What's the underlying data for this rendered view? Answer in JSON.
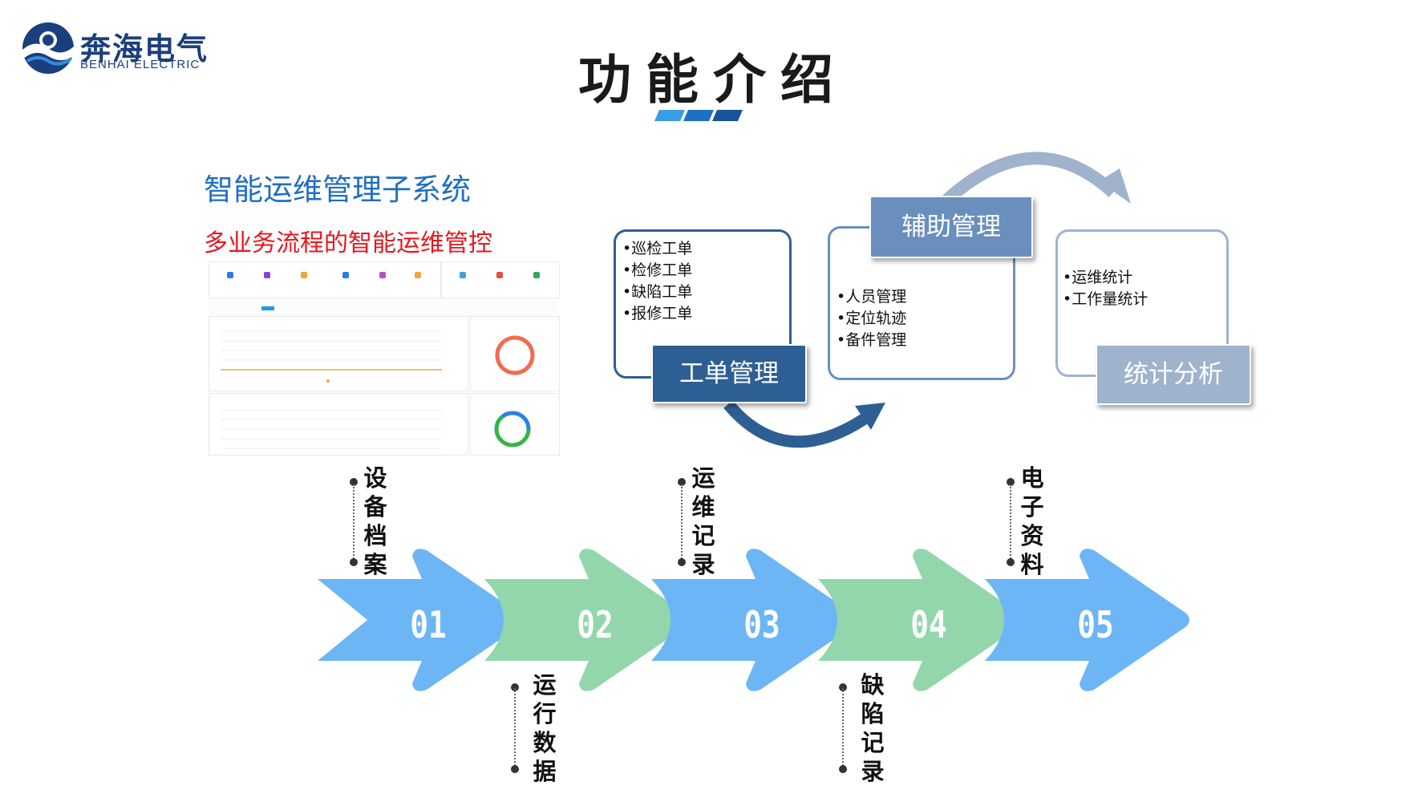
{
  "logo": {
    "name_cn": "奔海电气",
    "name_en": "BENHAI ELECTRIC"
  },
  "page_title": "功能介绍",
  "left_panel": {
    "subsystem_title": "智能运维管理子系统",
    "subtitle": "多业务流程的智能运维管控"
  },
  "flow": {
    "work_order": {
      "label": "工单管理",
      "items": [
        "•巡检工单",
        "•检修工单",
        "•缺陷工单",
        "•报修工单"
      ]
    },
    "auxiliary": {
      "label": "辅助管理",
      "items": [
        "•人员管理",
        "•定位轨迹",
        "•备件管理"
      ]
    },
    "statistics": {
      "label": "统计分析",
      "items": [
        "•运维统计",
        "•工作量统计"
      ]
    }
  },
  "steps": [
    {
      "number": "01",
      "label": [
        "设",
        "备",
        "档",
        "案"
      ]
    },
    {
      "number": "02",
      "label": [
        "运",
        "行",
        "数",
        "据"
      ]
    },
    {
      "number": "03",
      "label": [
        "运",
        "维",
        "记",
        "录"
      ]
    },
    {
      "number": "04",
      "label": [
        "缺",
        "陷",
        "记",
        "录"
      ]
    },
    {
      "number": "05",
      "label": [
        "电",
        "子",
        "资",
        "料"
      ]
    }
  ],
  "colors": {
    "brand": "#1b3f7c",
    "title_blue": "#1e6ec5",
    "red": "#e8171e",
    "work_order": "#2e5f94",
    "auxiliary": "#6a8fbd",
    "statistics": "#9fb3cd",
    "arrow_blue": "#6db6f5",
    "arrow_green": "#93d6ac"
  }
}
